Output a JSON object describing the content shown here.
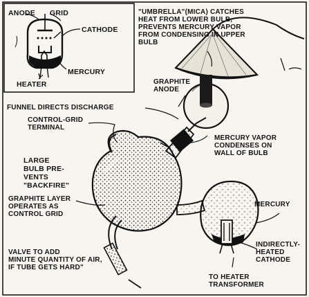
{
  "inset": {
    "anode": "ANODE",
    "grid": "GRID",
    "cathode": "CATHODE",
    "mercury": "MERCURY",
    "heater": "HEATER"
  },
  "labels": {
    "umbrella": "\"UMBRELLA\"(MICA) CATCHES\nHEAT FROM LOWER BULB,\nPREVENTS MERCURY VAPOR\nFROM CONDENSING IN UPPER\nBULB",
    "graphite_anode": "GRAPHITE\nANODE",
    "funnel": "FUNNEL DIRECTS DISCHARGE",
    "control_grid_terminal": "CONTROL-GRID\nTERMINAL",
    "large_bulb": "LARGE\nBULB PRE-\nVENTS\n\"BACKFIRE\"",
    "mercury_vapor": "MERCURY VAPOR\nCONDENSES ON\nWALL OF BULB",
    "mercury": "MERCURY",
    "graphite_layer": "GRAPHITE LAYER\nOPERATES AS\nCONTROL GRID",
    "valve": "VALVE TO ADD\nMINUTE QUANTITY OF AIR,\nIF TUBE GETS HARD\"",
    "indirectly_heated_cathode": "INDIRECTLY-\nHEATED\nCATHODE",
    "to_heater_transformer": "TO HEATER\nTRANSFORMER"
  }
}
